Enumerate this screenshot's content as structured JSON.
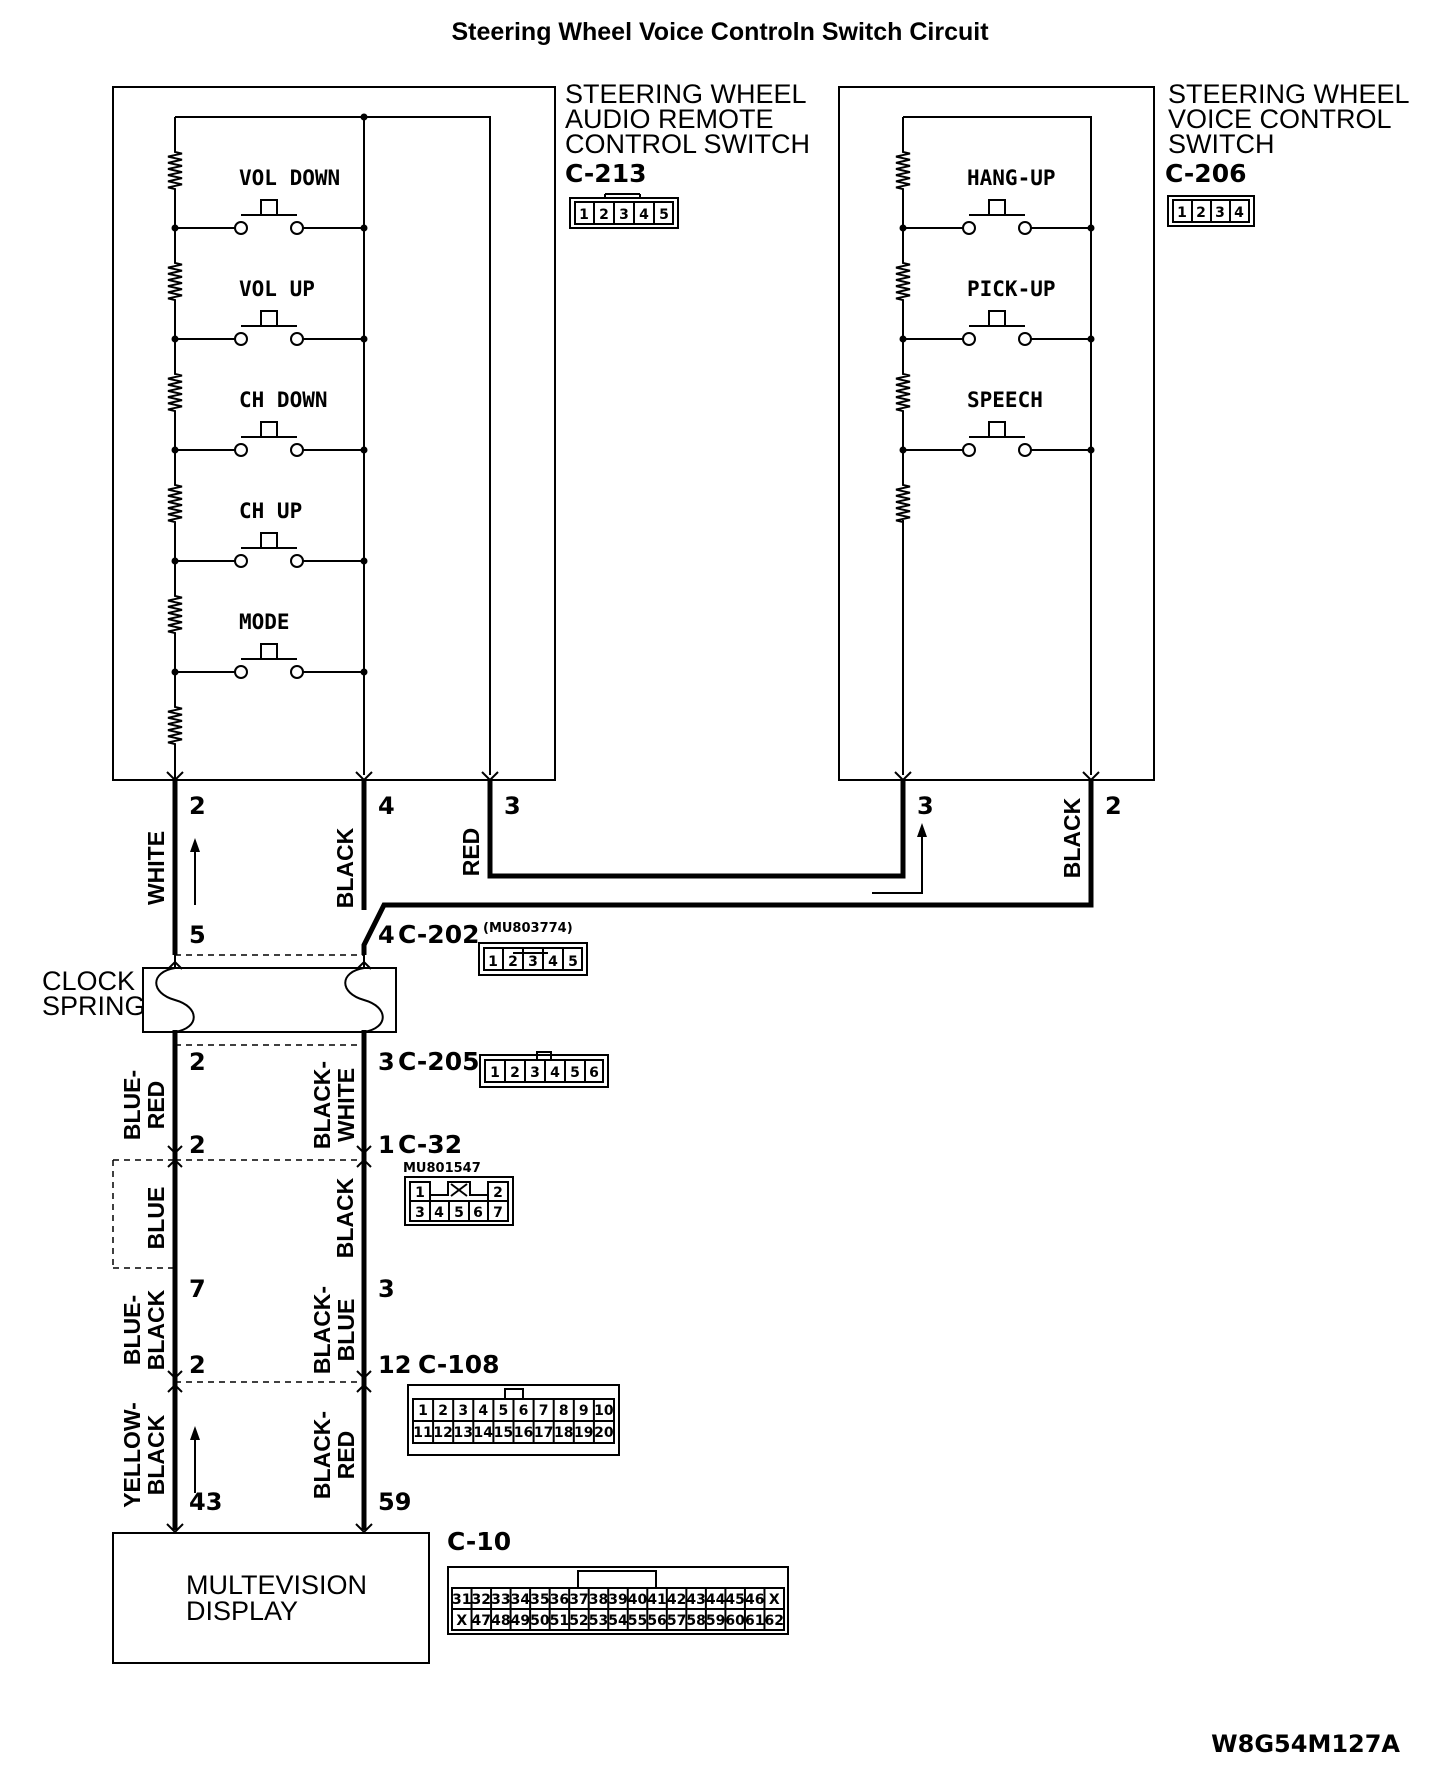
{
  "title": "Steering Wheel Voice Controln Switch Circuit",
  "components": {
    "audio_switch": {
      "lines": [
        "STEERING WHEEL",
        "AUDIO REMOTE",
        "CONTROL SWITCH"
      ],
      "connector": "C-213",
      "connector_pins": [
        "1",
        "2",
        "3",
        "4",
        "5"
      ]
    },
    "voice_switch": {
      "lines": [
        "STEERING WHEEL",
        "VOICE CONTROL",
        "SWITCH"
      ],
      "connector": "C-206",
      "connector_pins": [
        "1",
        "2",
        "3",
        "4"
      ]
    },
    "clock_spring": {
      "lines": [
        "CLOCK",
        "SPRING"
      ]
    },
    "display": {
      "lines": [
        "MULTEVISION",
        "DISPLAY"
      ],
      "connector": "C-10"
    }
  },
  "switches": {
    "audio": [
      "VOL DOWN",
      "VOL UP",
      "CH DOWN",
      "CH UP",
      "MODE"
    ],
    "voice": [
      "HANG-UP",
      "PICK-UP",
      "SPEECH"
    ]
  },
  "connectors": {
    "c202": {
      "label": "C-202",
      "part": "(MU803774)",
      "pins": [
        "1",
        "2",
        "3",
        "4",
        "5"
      ]
    },
    "c205": {
      "label": "C-205",
      "pins": [
        "1",
        "2",
        "3",
        "4",
        "5",
        "6"
      ]
    },
    "c32": {
      "label": "C-32",
      "part": "MU801547",
      "row1": [
        "1",
        "",
        "2"
      ],
      "row2": [
        "3",
        "4",
        "5",
        "6",
        "7"
      ]
    },
    "c108": {
      "label": "C-108",
      "row1": [
        "1",
        "2",
        "3",
        "4",
        "5",
        "6",
        "7",
        "8",
        "9",
        "10"
      ],
      "row2": [
        "11",
        "12",
        "13",
        "14",
        "15",
        "16",
        "17",
        "18",
        "19",
        "20"
      ]
    },
    "c10": {
      "row1": [
        "31",
        "32",
        "33",
        "34",
        "35",
        "36",
        "37",
        "38",
        "39",
        "40",
        "41",
        "42",
        "43",
        "44",
        "45",
        "46",
        "X"
      ],
      "row2": [
        "X",
        "47",
        "48",
        "49",
        "50",
        "51",
        "52",
        "53",
        "54",
        "55",
        "56",
        "57",
        "58",
        "59",
        "60",
        "61",
        "62"
      ]
    }
  },
  "pins": {
    "audio_2": "2",
    "audio_4": "4",
    "audio_3": "3",
    "voice_3": "3",
    "voice_2": "2",
    "c202_left": "5",
    "c202_right": "4",
    "c205_left": "2",
    "c205_right": "3",
    "c32_left": "2",
    "c32_right": "1",
    "mid_left": "7",
    "mid_right": "3",
    "c108_left": "2",
    "c108_right": "12",
    "disp_left": "43",
    "disp_right": "59"
  },
  "wires": {
    "white": "WHITE",
    "black1": "BLACK",
    "red": "RED",
    "black_voice": "BLACK",
    "blue_red": [
      "BLUE-",
      "RED"
    ],
    "black_white": [
      "BLACK-",
      "WHITE"
    ],
    "blue": "BLUE",
    "black2": "BLACK",
    "blue_black": [
      "BLUE-",
      "BLACK"
    ],
    "black_blue": [
      "BLACK-",
      "BLUE"
    ],
    "yellow_black": [
      "YELLOW-",
      "BLACK"
    ],
    "black_red": [
      "BLACK-",
      "RED"
    ]
  },
  "diagram_code": "W8G54M127A"
}
